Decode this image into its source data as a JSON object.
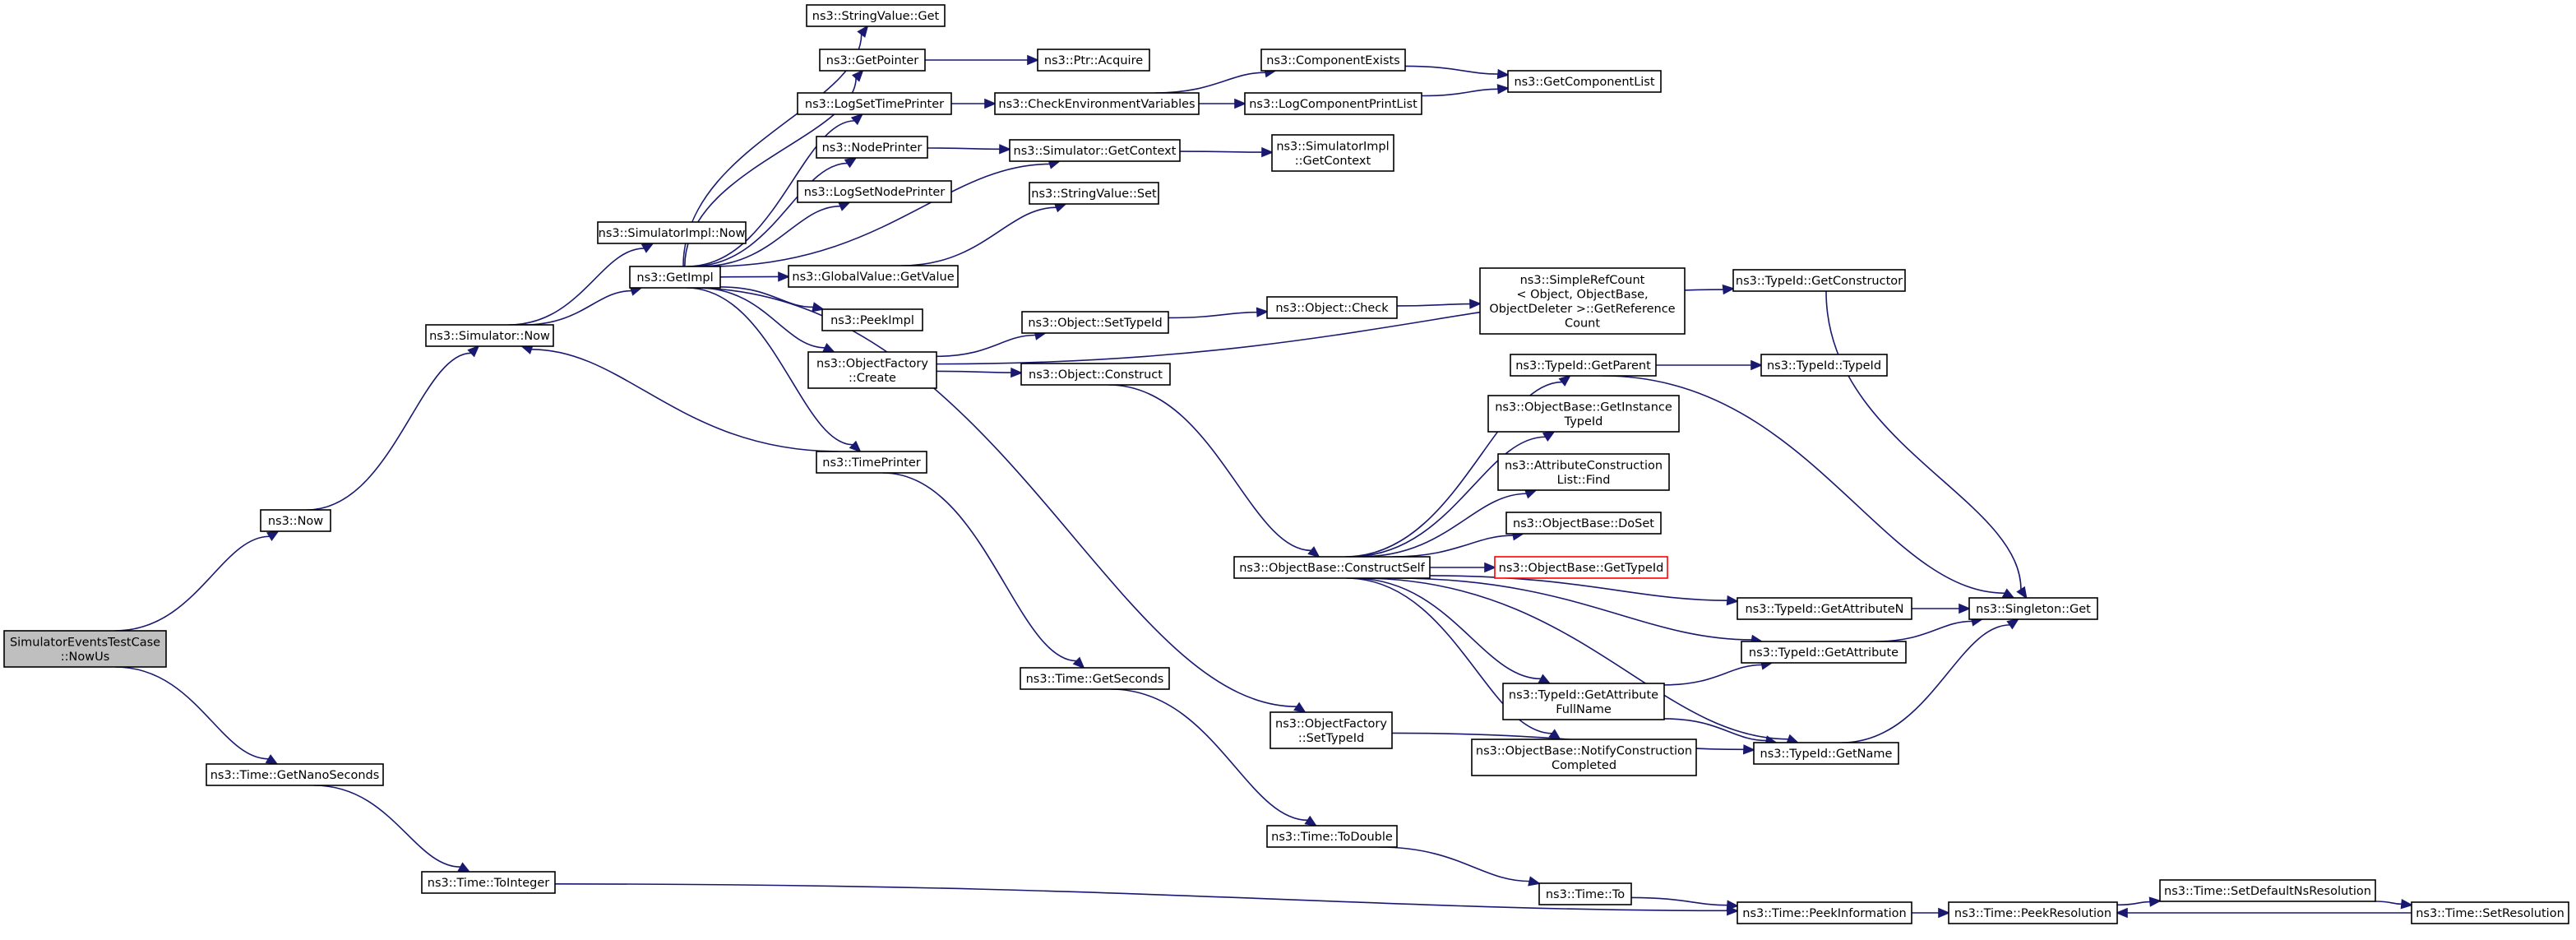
{
  "diagram": {
    "nodes": [
      {
        "id": "root",
        "lines": [
          "SimulatorEventsTestCase",
          "::NowUs"
        ],
        "style": "root"
      },
      {
        "id": "now",
        "lines": [
          "ns3::Now"
        ]
      },
      {
        "id": "getNano",
        "lines": [
          "ns3::Time::GetNanoSeconds"
        ]
      },
      {
        "id": "simNow",
        "lines": [
          "ns3::Simulator::Now"
        ]
      },
      {
        "id": "implNow",
        "lines": [
          "ns3::SimulatorImpl::Now"
        ]
      },
      {
        "id": "getImpl",
        "lines": [
          "ns3::GetImpl"
        ]
      },
      {
        "id": "strGet",
        "lines": [
          "ns3::StringValue::Get"
        ]
      },
      {
        "id": "getPointer",
        "lines": [
          "ns3::GetPointer"
        ]
      },
      {
        "id": "ptrAcquire",
        "lines": [
          "ns3::Ptr::Acquire"
        ]
      },
      {
        "id": "logSetTime",
        "lines": [
          "ns3::LogSetTimePrinter"
        ]
      },
      {
        "id": "checkEnv",
        "lines": [
          "ns3::CheckEnvironmentVariables"
        ]
      },
      {
        "id": "compExists",
        "lines": [
          "ns3::ComponentExists"
        ]
      },
      {
        "id": "getCompList",
        "lines": [
          "ns3::GetComponentList"
        ]
      },
      {
        "id": "logCompPrint",
        "lines": [
          "ns3::LogComponentPrintList"
        ]
      },
      {
        "id": "nodePrinter",
        "lines": [
          "ns3::NodePrinter"
        ]
      },
      {
        "id": "simGetCtx",
        "lines": [
          "ns3::Simulator::GetContext"
        ]
      },
      {
        "id": "implGetCtx",
        "lines": [
          "ns3::SimulatorImpl",
          "::GetContext"
        ]
      },
      {
        "id": "logSetNode",
        "lines": [
          "ns3::LogSetNodePrinter"
        ]
      },
      {
        "id": "strSet",
        "lines": [
          "ns3::StringValue::Set"
        ]
      },
      {
        "id": "globalGet",
        "lines": [
          "ns3::GlobalValue::GetValue"
        ]
      },
      {
        "id": "peekImpl",
        "lines": [
          "ns3::PeekImpl"
        ]
      },
      {
        "id": "ofCreate",
        "lines": [
          "ns3::ObjectFactory",
          "::Create"
        ]
      },
      {
        "id": "objSetTid",
        "lines": [
          "ns3::Object::SetTypeId"
        ]
      },
      {
        "id": "objCheck",
        "lines": [
          "ns3::Object::Check"
        ]
      },
      {
        "id": "refCount",
        "lines": [
          "ns3::SimpleRefCount",
          "< Object, ObjectBase,",
          "ObjectDeleter >::GetReference",
          "Count"
        ]
      },
      {
        "id": "tidGetCtor",
        "lines": [
          "ns3::TypeId::GetConstructor"
        ]
      },
      {
        "id": "objConstruct",
        "lines": [
          "ns3::Object::Construct"
        ]
      },
      {
        "id": "timePrinter",
        "lines": [
          "ns3::TimePrinter"
        ]
      },
      {
        "id": "tidGetParent",
        "lines": [
          "ns3::TypeId::GetParent"
        ]
      },
      {
        "id": "tidTypeId",
        "lines": [
          "ns3::TypeId::TypeId"
        ]
      },
      {
        "id": "obGetInst",
        "lines": [
          "ns3::ObjectBase::GetInstance",
          "TypeId"
        ]
      },
      {
        "id": "attrFind",
        "lines": [
          "ns3::AttributeConstruction",
          "List::Find"
        ]
      },
      {
        "id": "obDoSet",
        "lines": [
          "ns3::ObjectBase::DoSet"
        ]
      },
      {
        "id": "obConstructSelf",
        "lines": [
          "ns3::ObjectBase::ConstructSelf"
        ]
      },
      {
        "id": "obGetTid",
        "lines": [
          "ns3::ObjectBase::GetTypeId"
        ],
        "style": "red"
      },
      {
        "id": "tidGetAttrN",
        "lines": [
          "ns3::TypeId::GetAttributeN"
        ]
      },
      {
        "id": "singletonGet",
        "lines": [
          "ns3::Singleton::Get"
        ]
      },
      {
        "id": "tidGetAttr",
        "lines": [
          "ns3::TypeId::GetAttribute"
        ]
      },
      {
        "id": "timeGetSec",
        "lines": [
          "ns3::Time::GetSeconds"
        ]
      },
      {
        "id": "tidGetAttrFull",
        "lines": [
          "ns3::TypeId::GetAttribute",
          "FullName"
        ]
      },
      {
        "id": "ofSetTid",
        "lines": [
          "ns3::ObjectFactory",
          "::SetTypeId"
        ]
      },
      {
        "id": "obNotify",
        "lines": [
          "ns3::ObjectBase::NotifyConstruction",
          "Completed"
        ]
      },
      {
        "id": "tidGetName",
        "lines": [
          "ns3::TypeId::GetName"
        ]
      },
      {
        "id": "timeToDouble",
        "lines": [
          "ns3::Time::ToDouble"
        ]
      },
      {
        "id": "timeToInt",
        "lines": [
          "ns3::Time::ToInteger"
        ]
      },
      {
        "id": "timeTo",
        "lines": [
          "ns3::Time::To"
        ]
      },
      {
        "id": "timePeekInfo",
        "lines": [
          "ns3::Time::PeekInformation"
        ]
      },
      {
        "id": "timePeekRes",
        "lines": [
          "ns3::Time::PeekResolution"
        ]
      },
      {
        "id": "timeSetDefNs",
        "lines": [
          "ns3::Time::SetDefaultNsResolution"
        ]
      },
      {
        "id": "timeSetRes",
        "lines": [
          "ns3::Time::SetResolution"
        ]
      }
    ],
    "edges": [
      [
        "root",
        "now"
      ],
      [
        "root",
        "getNano"
      ],
      [
        "now",
        "simNow"
      ],
      [
        "getNano",
        "timeToInt"
      ],
      [
        "simNow",
        "implNow"
      ],
      [
        "simNow",
        "getImpl"
      ],
      [
        "getImpl",
        "strGet"
      ],
      [
        "getImpl",
        "getPointer"
      ],
      [
        "getImpl",
        "logSetTime"
      ],
      [
        "getImpl",
        "nodePrinter"
      ],
      [
        "getImpl",
        "simGetCtx"
      ],
      [
        "getImpl",
        "logSetNode"
      ],
      [
        "getImpl",
        "globalGet"
      ],
      [
        "getImpl",
        "peekImpl"
      ],
      [
        "getImpl",
        "ofCreate"
      ],
      [
        "getImpl",
        "timePrinter"
      ],
      [
        "getImpl",
        "ofSetTid"
      ],
      [
        "getPointer",
        "ptrAcquire"
      ],
      [
        "logSetTime",
        "checkEnv"
      ],
      [
        "checkEnv",
        "compExists"
      ],
      [
        "checkEnv",
        "logCompPrint"
      ],
      [
        "compExists",
        "getCompList"
      ],
      [
        "logCompPrint",
        "getCompList"
      ],
      [
        "nodePrinter",
        "simGetCtx"
      ],
      [
        "simGetCtx",
        "implGetCtx"
      ],
      [
        "globalGet",
        "strSet"
      ],
      [
        "ofCreate",
        "objSetTid"
      ],
      [
        "ofCreate",
        "objConstruct"
      ],
      [
        "ofCreate",
        "tidGetCtor"
      ],
      [
        "objSetTid",
        "objCheck"
      ],
      [
        "objCheck",
        "refCount"
      ],
      [
        "objConstruct",
        "obConstructSelf"
      ],
      [
        "timePrinter",
        "simNow"
      ],
      [
        "timePrinter",
        "timeGetSec"
      ],
      [
        "obConstructSelf",
        "tidGetParent"
      ],
      [
        "obConstructSelf",
        "obGetInst"
      ],
      [
        "obConstructSelf",
        "attrFind"
      ],
      [
        "obConstructSelf",
        "obDoSet"
      ],
      [
        "obConstructSelf",
        "obGetTid"
      ],
      [
        "obConstructSelf",
        "tidGetAttrN"
      ],
      [
        "obConstructSelf",
        "tidGetAttr"
      ],
      [
        "obConstructSelf",
        "tidGetAttrFull"
      ],
      [
        "obConstructSelf",
        "obNotify"
      ],
      [
        "obConstructSelf",
        "tidGetName"
      ],
      [
        "tidGetParent",
        "tidTypeId"
      ],
      [
        "tidGetParent",
        "singletonGet"
      ],
      [
        "tidGetCtor",
        "singletonGet"
      ],
      [
        "tidGetAttrN",
        "singletonGet"
      ],
      [
        "tidGetAttr",
        "singletonGet"
      ],
      [
        "tidGetAttrFull",
        "tidGetAttr"
      ],
      [
        "tidGetAttrFull",
        "tidGetName"
      ],
      [
        "tidGetName",
        "singletonGet"
      ],
      [
        "ofSetTid",
        "tidGetName"
      ],
      [
        "timeGetSec",
        "timeToDouble"
      ],
      [
        "timeToDouble",
        "timeTo"
      ],
      [
        "timeTo",
        "timePeekInfo"
      ],
      [
        "timeToInt",
        "timePeekInfo"
      ],
      [
        "timePeekInfo",
        "timePeekRes"
      ],
      [
        "timePeekRes",
        "timeSetDefNs"
      ],
      [
        "timeSetDefNs",
        "timeSetRes"
      ],
      [
        "timeSetRes",
        "timePeekRes"
      ]
    ]
  }
}
